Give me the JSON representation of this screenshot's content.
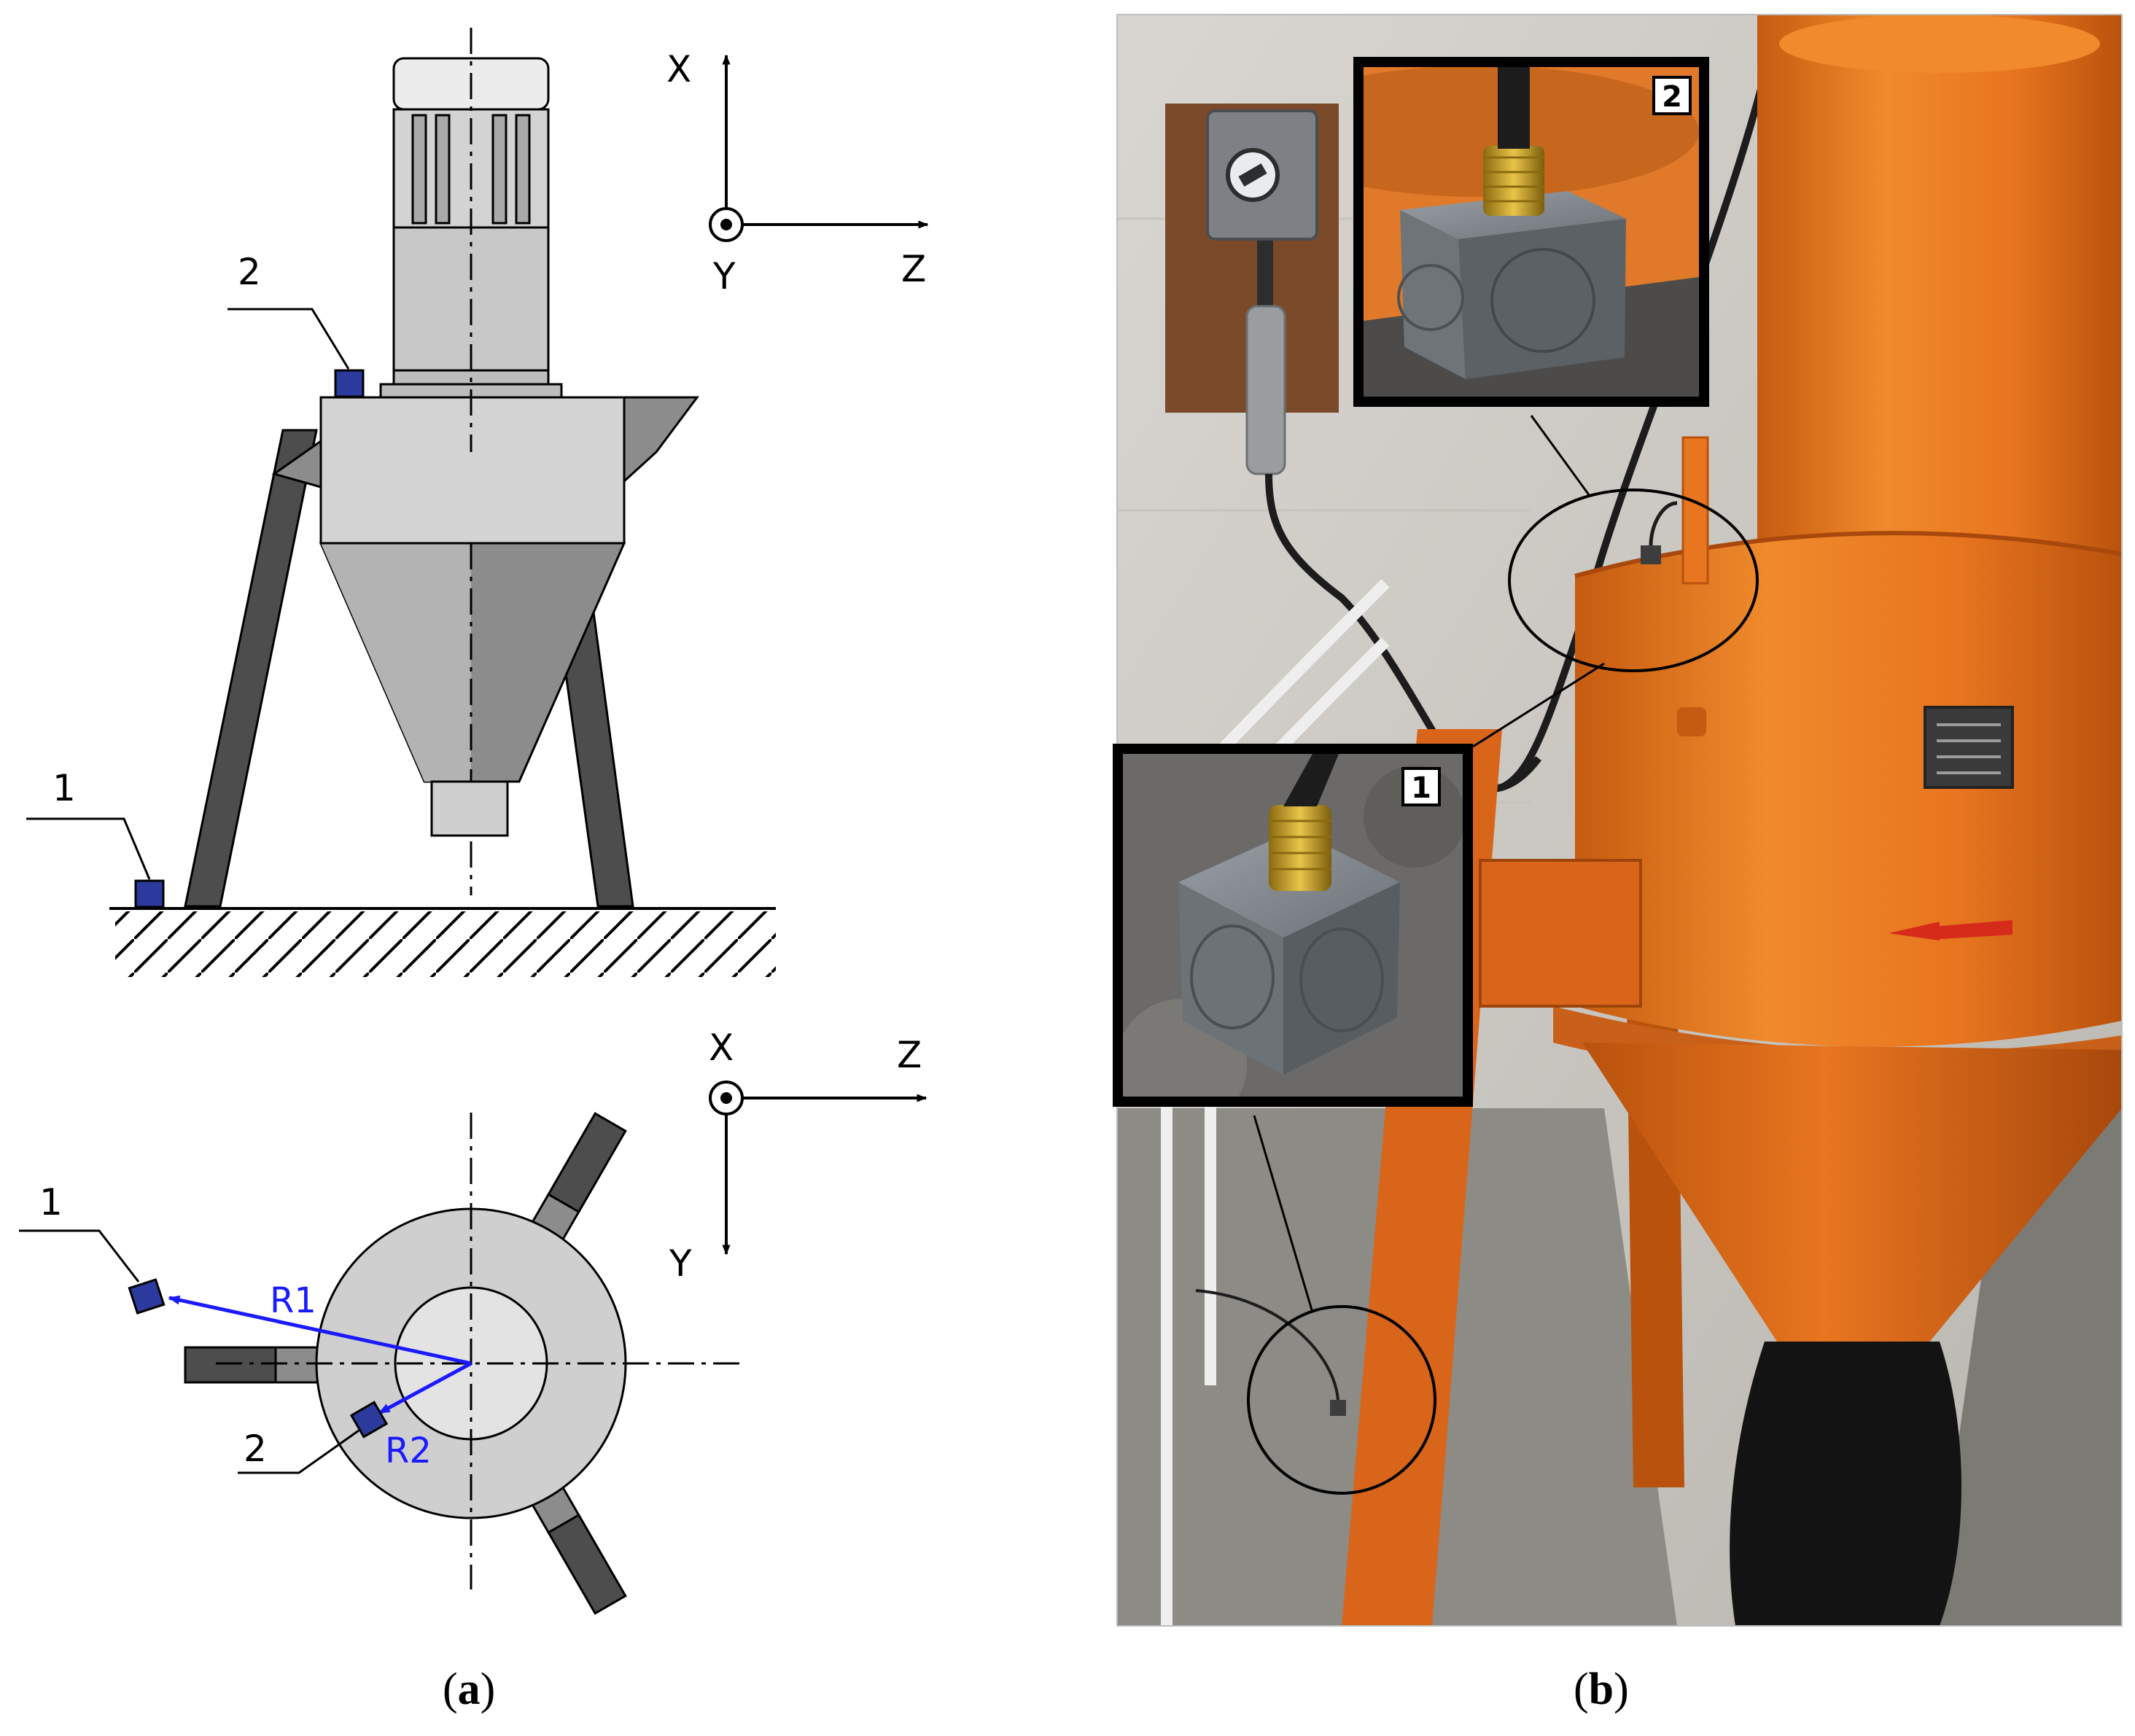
{
  "panel_a": {
    "side_view": {
      "axis_x": "X",
      "axis_y": "Y",
      "axis_z": "Z",
      "sensor_1_label": "1",
      "sensor_2_label": "2"
    },
    "top_view": {
      "axis_x": "X",
      "axis_y": "Y",
      "axis_z": "Z",
      "sensor_1_label": "1",
      "sensor_2_label": "2",
      "radius_1": "R1",
      "radius_2": "R2"
    },
    "caption": {
      "open": "(",
      "letter": "a",
      "close": ")"
    }
  },
  "panel_b": {
    "inset_2_badge": "2",
    "inset_1_badge": "1",
    "caption": {
      "open": "(",
      "letter": "b",
      "close": ")"
    }
  },
  "colors": {
    "sensor_blue": "#2b3a9c",
    "radius_blue": "#1a1aff",
    "machine_light": "#d3d3d3",
    "machine_mid": "#a9a9a9",
    "machine_dark": "#4d4d4d",
    "cyclone_orange": "#e8751f",
    "brass": "#c9a227"
  }
}
